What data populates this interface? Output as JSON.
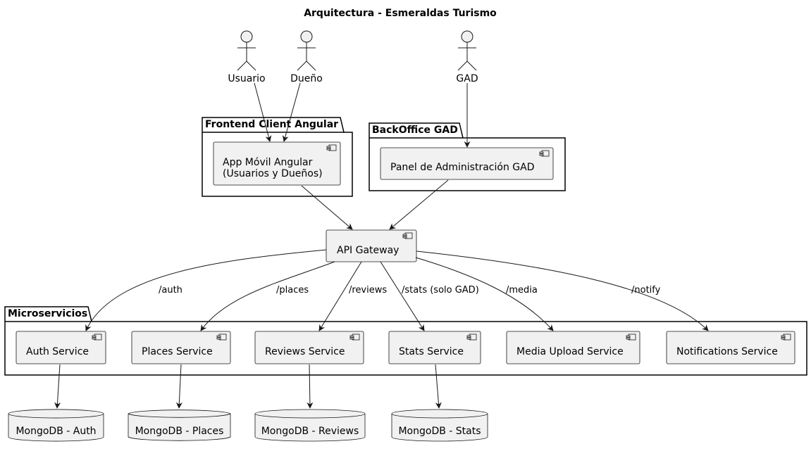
{
  "title": "Arquitectura - Esmeraldas Turismo",
  "actors": {
    "usuario": "Usuario",
    "dueno": "Dueño",
    "gad": "GAD"
  },
  "packages": {
    "frontend": {
      "label": "Frontend Client Angular",
      "component_line1": "App Móvil Angular",
      "component_line2": "(Usuarios y Dueños)"
    },
    "backoffice": {
      "label": "BackOffice GAD",
      "component": "Panel de Administración GAD"
    },
    "microservices": {
      "label": "Microservicios",
      "services": {
        "auth": "Auth Service",
        "places": "Places Service",
        "reviews": "Reviews Service",
        "stats": "Stats Service",
        "media": "Media Upload Service",
        "notifications": "Notifications Service"
      }
    }
  },
  "gateway": "API Gateway",
  "routes": {
    "auth": "/auth",
    "places": "/places",
    "reviews": "/reviews",
    "stats": "/stats (solo GAD)",
    "media": "/media",
    "notify": "/notify"
  },
  "databases": {
    "auth": "MongoDB - Auth",
    "places": "MongoDB - Places",
    "reviews": "MongoDB - Reviews",
    "stats": "MongoDB - Stats"
  },
  "colors": {
    "fill": "#f1f1f1",
    "stroke": "#181818",
    "background": "#ffffff"
  }
}
